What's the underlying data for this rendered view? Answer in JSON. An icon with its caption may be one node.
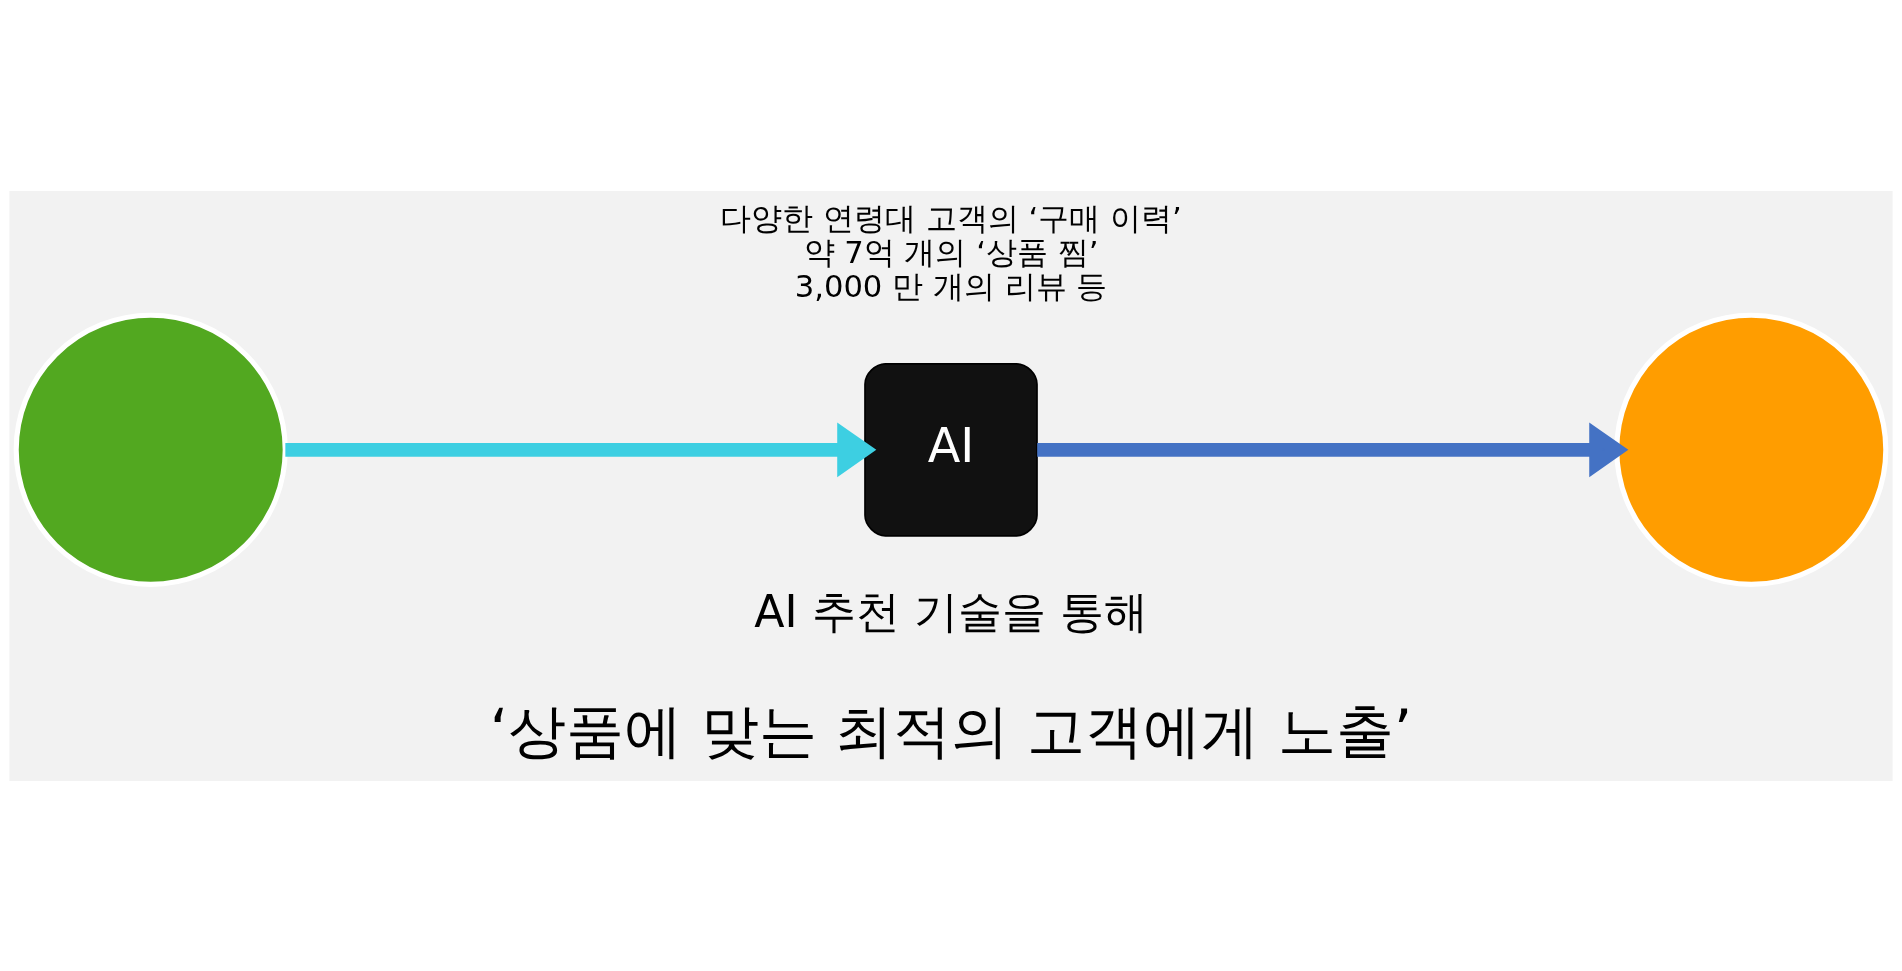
{
  "diagram": {
    "nodes": [
      {
        "text": [],
        "shape": "circle"
      },
      {
        "text": [
          "AI"
        ]
      },
      {
        "text": [],
        "shape": "circle"
      }
    ],
    "edges": [
      {
        "from": 0,
        "to": 1,
        "arrow": "to"
      },
      {
        "from": 1,
        "to": 2,
        "arrow": "to",
        "color": "#4472c4"
      }
    ],
    "labels": [
      "다양한 연령대 고객의 ‘구매 이력’",
      "약 7억 개의 ‘상품 찜’",
      "3,000 만 개의 리뷰 등",
      "AI 추천 기술을 통해",
      "‘상품에 맞는 최적의 고객에게 노출’"
    ]
  }
}
